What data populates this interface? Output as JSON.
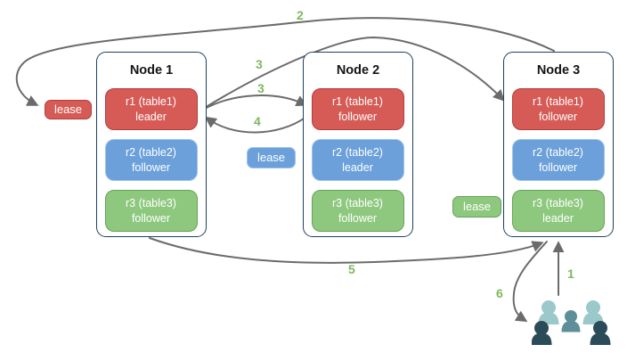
{
  "nodes": [
    {
      "title": "Node 1",
      "replicas": [
        {
          "name": "r1 (table1)",
          "role": "leader"
        },
        {
          "name": "r2 (table2)",
          "role": "follower"
        },
        {
          "name": "r3 (table3)",
          "role": "follower"
        }
      ]
    },
    {
      "title": "Node 2",
      "replicas": [
        {
          "name": "r1 (table1)",
          "role": "follower"
        },
        {
          "name": "r2 (table2)",
          "role": "leader"
        },
        {
          "name": "r3 (table3)",
          "role": "follower"
        }
      ]
    },
    {
      "title": "Node 3",
      "replicas": [
        {
          "name": "r1 (table1)",
          "role": "follower"
        },
        {
          "name": "r2 (table2)",
          "role": "follower"
        },
        {
          "name": "r3 (table3)",
          "role": "leader"
        }
      ]
    }
  ],
  "leases": {
    "red": "lease",
    "blue": "lease",
    "green": "lease"
  },
  "steps": {
    "s1": "1",
    "s2": "2",
    "s3a": "3",
    "s3b": "3",
    "s4": "4",
    "s5": "5",
    "s6": "6"
  },
  "icons": {
    "users": "users-group-icon"
  },
  "colors": {
    "red_fill": "#D65B56",
    "red_stroke": "#B23F3C",
    "blue_fill": "#6CA0DB",
    "blue_stroke": "#9DC3EA",
    "green_fill": "#8EC87F",
    "green_stroke": "#63A455",
    "node_border": "#1F4060",
    "arrow": "#6B6B6B",
    "step_label": "#7DB85F",
    "users_light": "#9BC8CB",
    "users_mid": "#5E8E99",
    "users_dark": "#2C4B59"
  }
}
